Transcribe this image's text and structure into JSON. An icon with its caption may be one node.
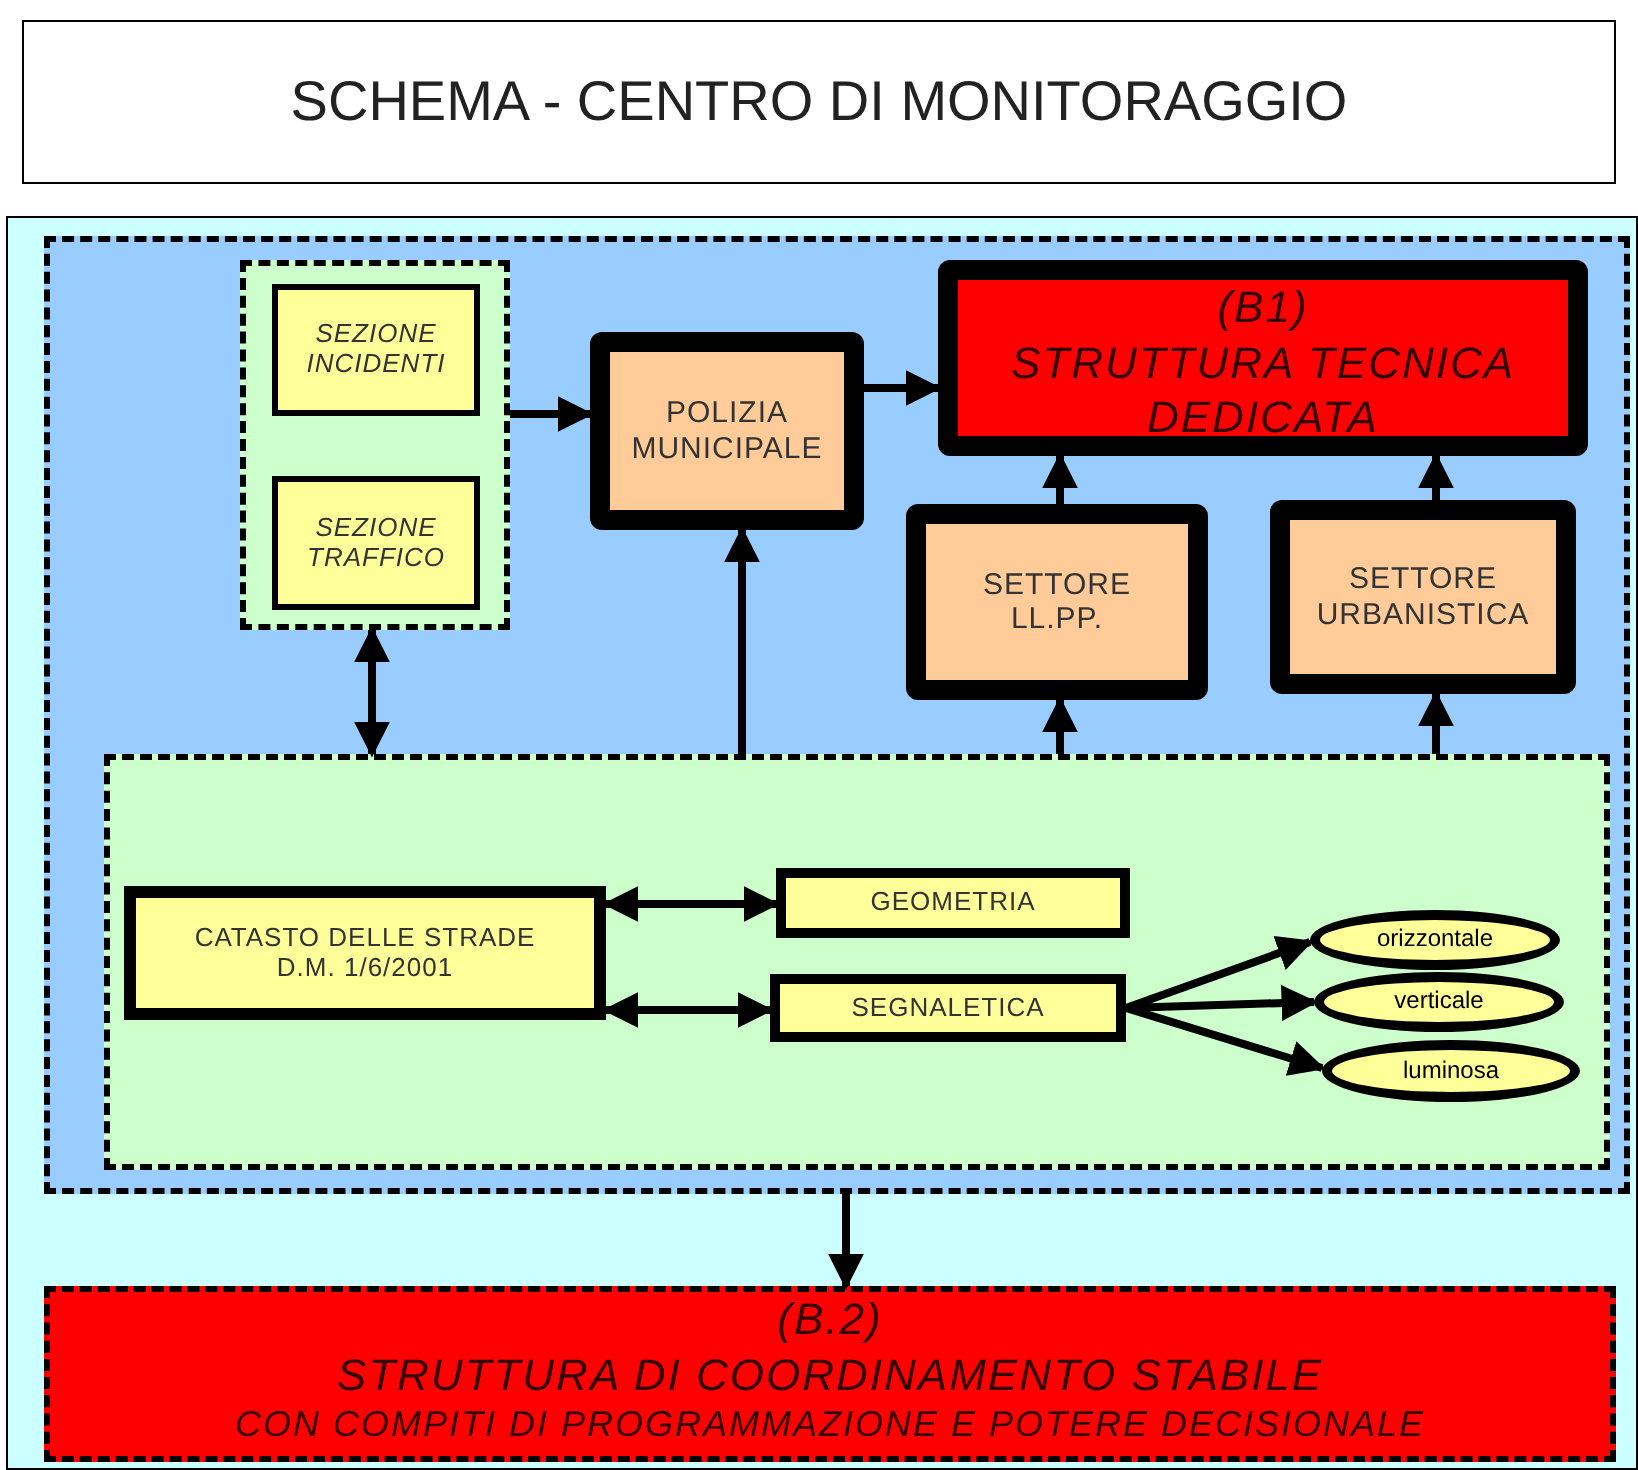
{
  "diagram": {
    "title": "SCHEMA - CENTRO DI MONITORAGGIO",
    "nodes": [
      {
        "text": [],
        "shape": "box"
      },
      {
        "text": [],
        "shape": "box",
        "in": 0
      },
      {
        "text": [],
        "shape": "box",
        "in": 1
      },
      {
        "text": [
          "SEZIONE INCIDENTI"
        ],
        "in": 2
      },
      {
        "text": [
          "SEZIONE TRAFFICO"
        ],
        "in": 2
      },
      {
        "text": [
          "POLIZIA MUNICIPALE"
        ],
        "in": 1
      },
      {
        "text": [
          "(B1)",
          "STRUTTURA TECNICA DEDICATA"
        ],
        "in": 1
      },
      {
        "text": [
          "SETTORE LL.PP."
        ],
        "in": 1
      },
      {
        "text": [
          "SETTORE URBANISTICA"
        ],
        "in": 1
      },
      {
        "text": [],
        "shape": "box",
        "in": 1
      },
      {
        "text": [
          "CATASTO DELLE STRADE",
          "D.M. 1/6/2001"
        ],
        "in": 9
      },
      {
        "text": [
          "GEOMETRIA"
        ],
        "in": 9
      },
      {
        "text": [
          "SEGNALETICA"
        ],
        "in": 9
      },
      {
        "text": [
          "orizzontale"
        ],
        "in": 9
      },
      {
        "text": [
          "verticale"
        ],
        "in": 9
      },
      {
        "text": [
          "luminosa"
        ],
        "in": 9
      },
      {
        "text": [
          "(B.2)",
          "STRUTTURA DI COORDINAMENTO STABILE",
          "CON COMPITI DI PROGRAMMAZIONE E POTERE DECISIONALE"
        ],
        "in": 0
      }
    ],
    "edges": [
      {
        "from": 2,
        "to": 5,
        "arrow": "to"
      },
      {
        "from": 5,
        "to": 6,
        "arrow": "to"
      },
      {
        "from": 2,
        "to": 9,
        "arrow": "both"
      },
      {
        "from": 9,
        "to": 5,
        "arrow": "to"
      },
      {
        "from": 9,
        "to": 7,
        "arrow": "to"
      },
      {
        "from": 7,
        "to": 6,
        "arrow": "to"
      },
      {
        "from": 9,
        "to": 8,
        "arrow": "to"
      },
      {
        "from": 8,
        "to": 6,
        "arrow": "to"
      },
      {
        "from": 10,
        "to": 11,
        "arrow": "both"
      },
      {
        "from": 10,
        "to": 12,
        "arrow": "both"
      },
      {
        "from": 12,
        "to": 13,
        "arrow": "to"
      },
      {
        "from": 12,
        "to": 14,
        "arrow": "to"
      },
      {
        "from": 12,
        "to": 15,
        "arrow": "to"
      },
      {
        "from": 1,
        "to": 16,
        "arrow": "to"
      }
    ]
  }
}
